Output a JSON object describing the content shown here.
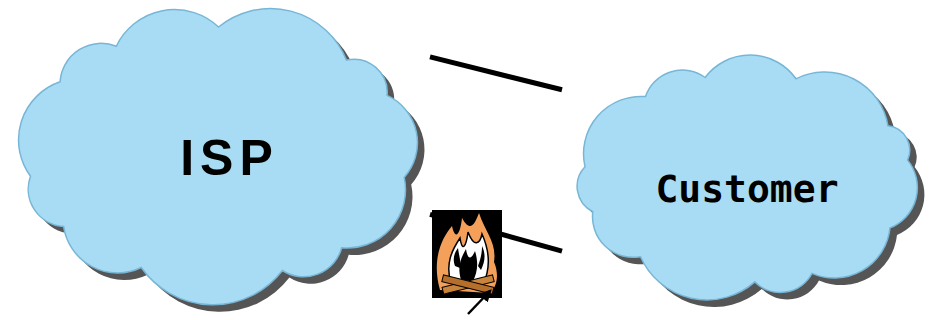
{
  "diagram": {
    "nodes": [
      {
        "text": [
          "ISP"
        ]
      },
      {
        "text": [
          "Customer"
        ]
      }
    ],
    "edges": [
      {
        "from": 0,
        "to": 1,
        "arrow": "none"
      },
      {
        "from": 0,
        "to": 1,
        "arrow": "none"
      }
    ]
  }
}
